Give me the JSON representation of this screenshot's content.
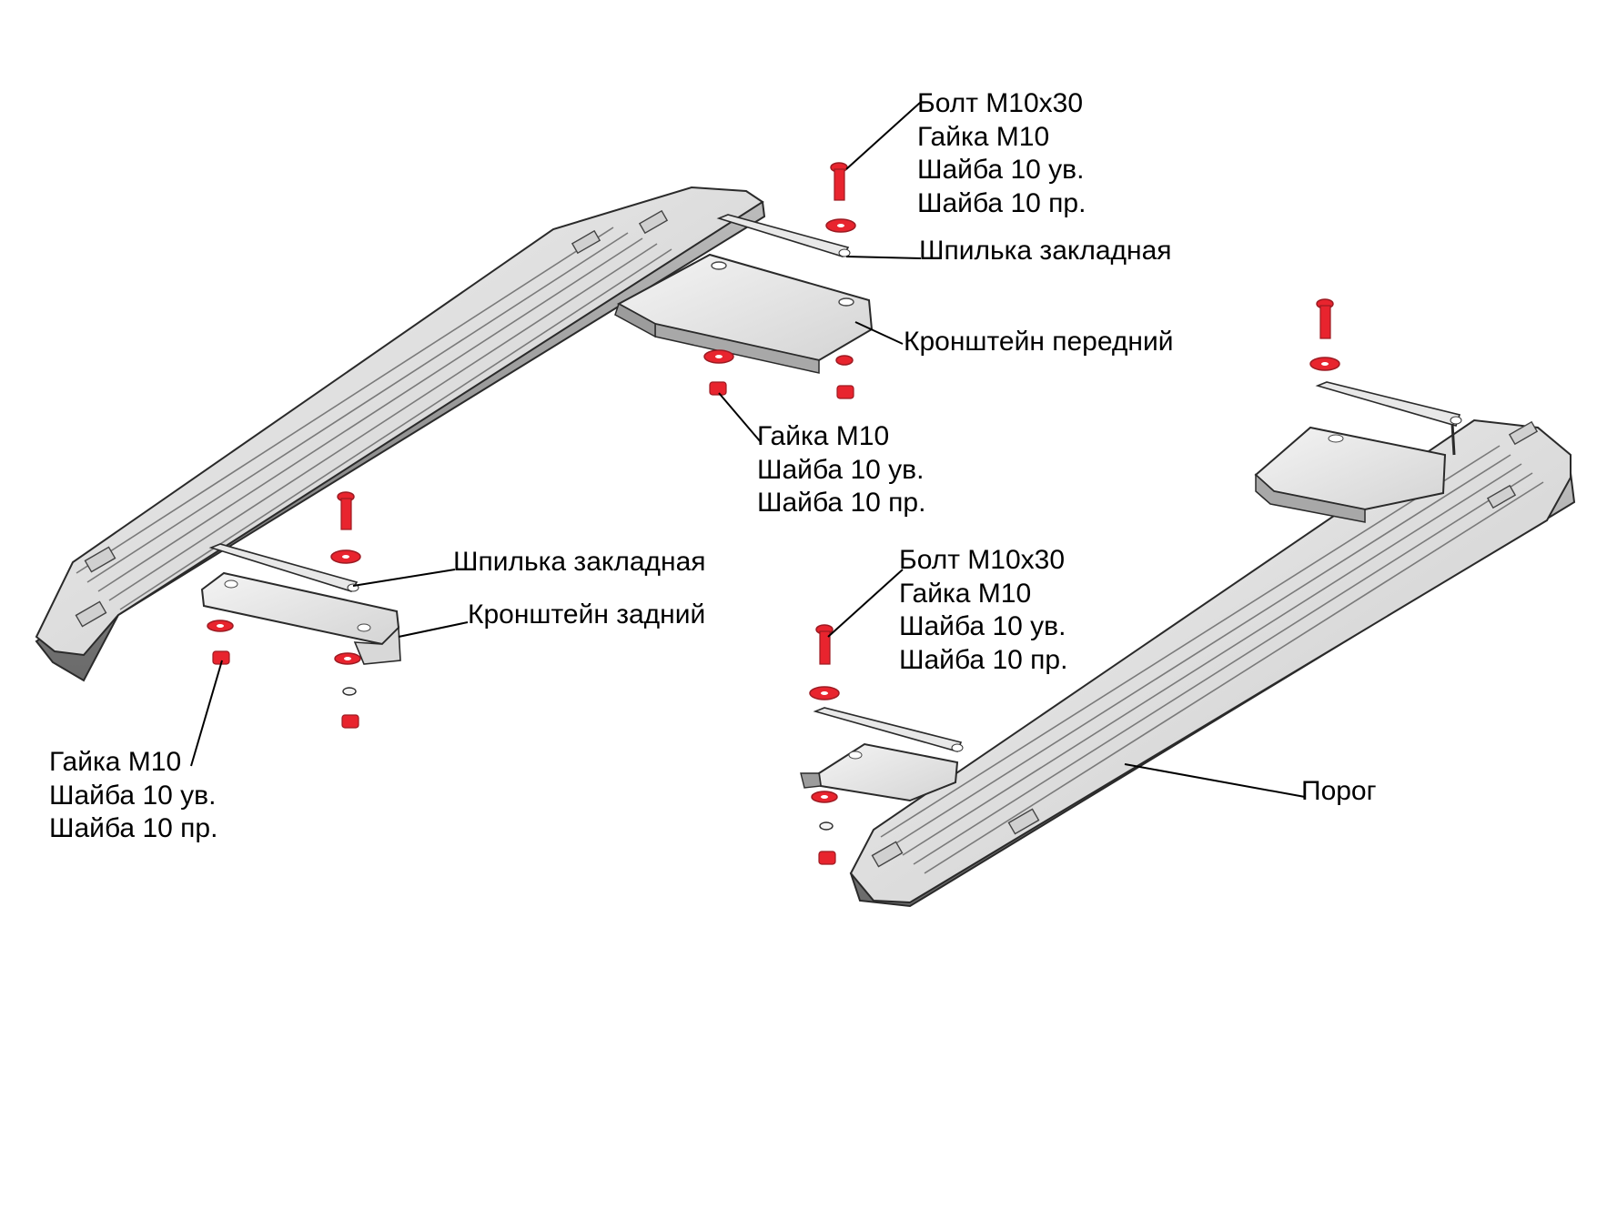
{
  "colors": {
    "fastener": "#e8242e",
    "fastener_dark": "#9c1a22",
    "sill_light": "#e6e6e6",
    "sill_mid": "#cfcfcf",
    "sill_dark": "#8a8a8a",
    "outline": "#2a2a2a",
    "leader": "#000000"
  },
  "labels": {
    "front_bolt_set": {
      "line1": "Болт М10х30",
      "line2": "Гайка М10",
      "line3": "Шайба 10 ув.",
      "line4": "Шайба 10 пр."
    },
    "front_stud": "Шпилька закладная",
    "front_bracket": "Кронштейн передний",
    "front_nut_set": {
      "line1": "Гайка М10",
      "line2": "Шайба 10 ув.",
      "line3": "Шайба 10 пр."
    },
    "rear_stud": "Шпилька закладная",
    "rear_bracket": "Кронштейн задний",
    "rear_nut_set": {
      "line1": "Гайка М10",
      "line2": "Шайба 10 ув.",
      "line3": "Шайба 10 пр."
    },
    "right_bolt_set": {
      "line1": "Болт М10х30",
      "line2": "Гайка М10",
      "line3": "Шайба 10 ув.",
      "line4": "Шайба 10 пр."
    },
    "sill": "Порог"
  }
}
